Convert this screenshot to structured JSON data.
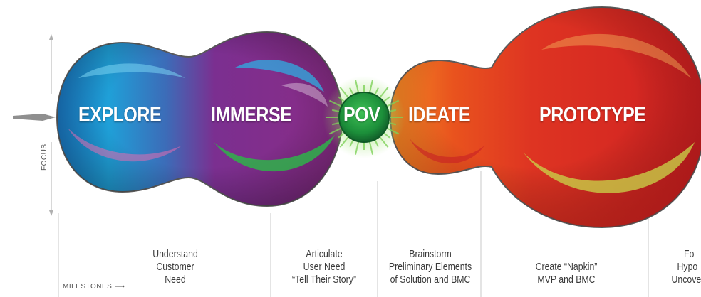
{
  "axis": {
    "focus_label": "FOCUS",
    "milestones_label": "MILESTONES"
  },
  "phases": [
    {
      "label": "EXPLORE",
      "color": "#1e8fd0"
    },
    {
      "label": "IMMERSE",
      "color": "#7a2f8e"
    },
    {
      "label": "POV",
      "color": "#1f9a48"
    },
    {
      "label": "IDEATE",
      "color": "#f07a1c"
    },
    {
      "label": "PROTOTYPE",
      "color": "#d92b25"
    }
  ],
  "milestones": [
    {
      "lines": [
        "Understand",
        "Customer",
        "Need"
      ]
    },
    {
      "lines": [
        "Articulate",
        "User Need",
        "“Tell Their Story”"
      ]
    },
    {
      "lines": [
        "Brainstorm",
        "Preliminary Elements",
        "of Solution and BMC"
      ]
    },
    {
      "lines": [
        "Create “Napkin”",
        "MVP and BMC"
      ]
    },
    {
      "lines": [
        "Fo",
        "Hypo",
        "Uncove"
      ]
    }
  ]
}
